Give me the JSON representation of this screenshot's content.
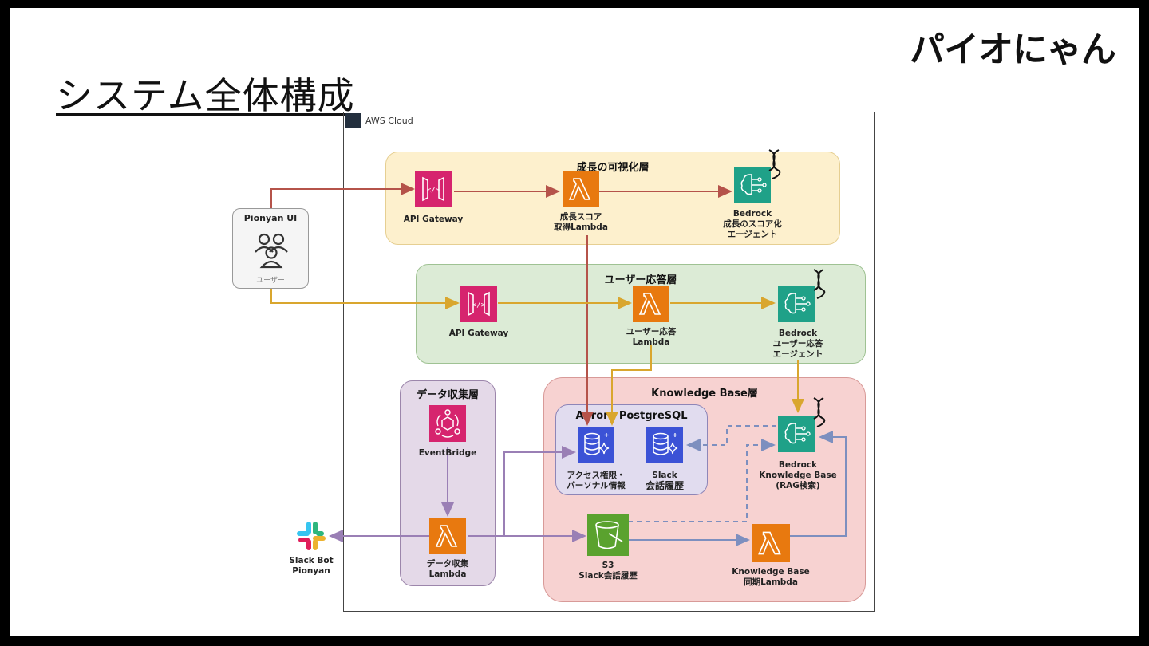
{
  "slide": {
    "title": "システム全体構成",
    "logo": "パイオにゃん"
  },
  "cloud": {
    "label": "AWS Cloud"
  },
  "client": {
    "title": "Pionyan UI",
    "subtitle": "ユーザー"
  },
  "slack": {
    "line1": "Slack Bot",
    "line2": "Pionyan"
  },
  "layers": {
    "growth": {
      "title": "成長の可視化層",
      "api_gateway": "API Gateway",
      "lambda": [
        "成長スコア",
        "取得Lambda"
      ],
      "bedrock": [
        "Bedrock",
        "成長のスコア化",
        "エージェント"
      ]
    },
    "user": {
      "title": "ユーザー応答層",
      "api_gateway": "API Gateway",
      "lambda": [
        "ユーザー応答",
        "Lambda"
      ],
      "bedrock": [
        "Bedrock",
        "ユーザー応答",
        "エージェント"
      ]
    },
    "data": {
      "title": "データ収集層",
      "eventbridge": "EventBridge",
      "lambda": [
        "データ収集",
        "Lambda"
      ]
    },
    "kb": {
      "title": "Knowledge Base層",
      "aurora_title": "Aurora PostgreSQL",
      "db1": [
        "アクセス権限・",
        "パーソナル情報"
      ],
      "db2": [
        "Slack",
        "会話履歴"
      ],
      "bedrock": [
        "Bedrock",
        "Knowledge Base",
        "(RAG検索)"
      ],
      "s3": [
        "S3",
        "Slack会話履歴"
      ],
      "sync_lambda": [
        "Knowledge Base",
        "同期Lambda"
      ]
    }
  },
  "colors": {
    "growth_flow": "#b5534a",
    "user_flow": "#d9a62e",
    "data_flow": "#9a7fb5",
    "kb_flow": "#7d8fbf",
    "api_gateway": "#d6246e",
    "lambda": "#e8790f",
    "bedrock": "#1fa188",
    "aurora": "#3b52d6",
    "s3": "#5aa22e",
    "eventbridge": "#d6246e"
  }
}
